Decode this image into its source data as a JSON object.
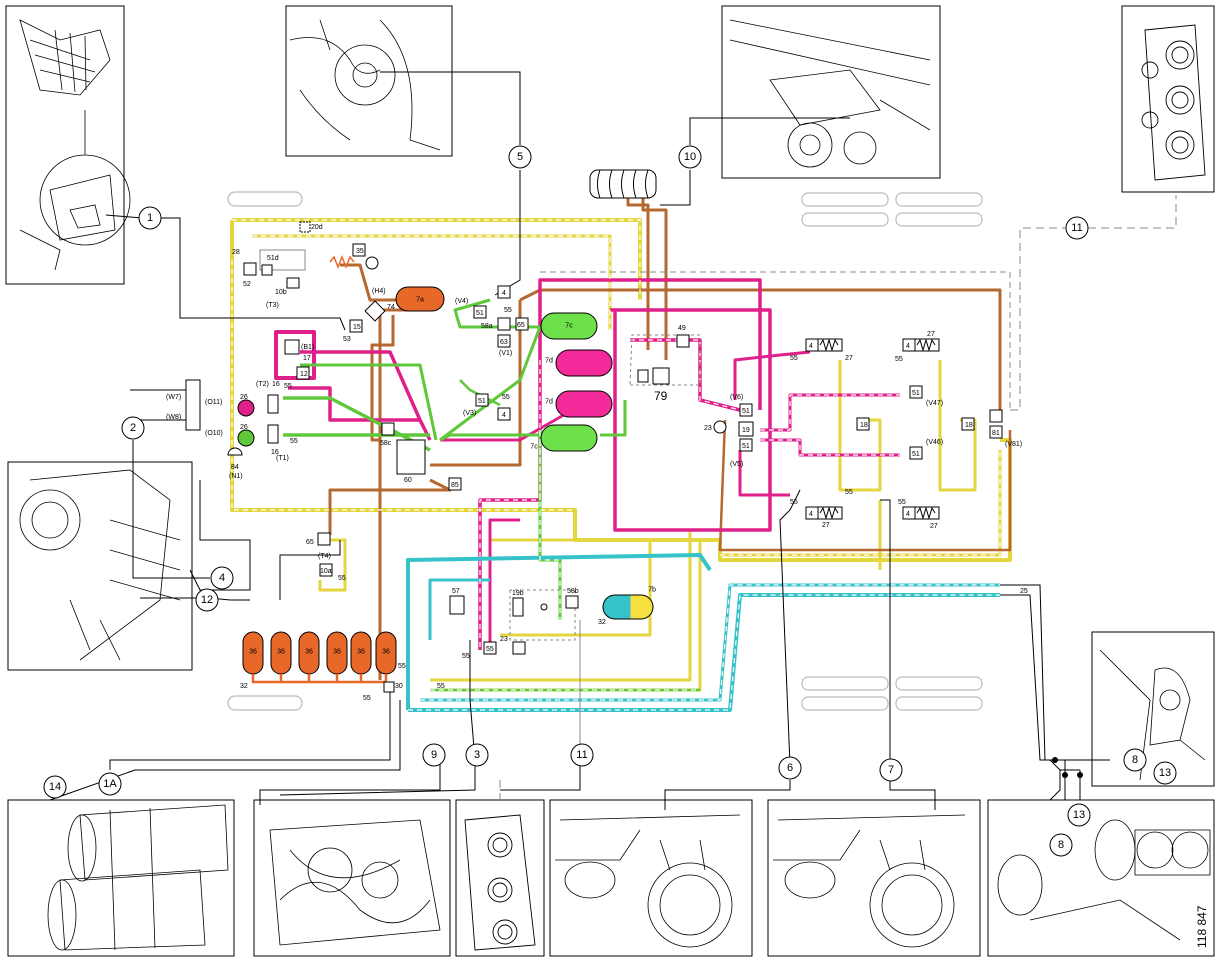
{
  "colors": {
    "supply_brown": "#b5682f",
    "circuit_magenta": "#e0208a",
    "circuit_green": "#5ec83a",
    "circuit_yellow": "#e3d63e",
    "circuit_cyan": "#36c2c9",
    "tank_orange": "#e8682a",
    "tank_green": "#6ee04a",
    "tank_magenta": "#f22a9a",
    "line_black": "#000000",
    "line_grey": "#888888"
  },
  "callouts": [
    "1",
    "2",
    "4",
    "12",
    "5",
    "10",
    "11",
    "11",
    "9",
    "3",
    "14",
    "1A",
    "6",
    "7",
    "8",
    "13",
    "8",
    "13"
  ],
  "tanks": {
    "top": "7a",
    "green_1": "7c",
    "magenta_1": "7d",
    "magenta_2": "7d",
    "green_2": "7c",
    "trailer": "7b",
    "auxiliary": [
      "36",
      "36",
      "36",
      "36",
      "36",
      "36"
    ]
  },
  "components": {
    "c20d": "20d",
    "c28": "28",
    "c51d": "51d",
    "c52": "52",
    "c10b": "10b",
    "t3": "(T3)",
    "c35": "35",
    "c74": "74",
    "h4": "(H4)",
    "c15": "15",
    "c53": "53",
    "b1": "(B1)",
    "c17": "17",
    "c12": "12",
    "t2": "(T2)",
    "c16a": "16",
    "c55a": "55",
    "w7": "(W7)",
    "w8": "(W8)",
    "o11": "(O11)",
    "o10": "(O10)",
    "c26a": "26",
    "c26b": "26",
    "c16b": "16",
    "c55b": "55",
    "t1": "(T1)",
    "c84": "84",
    "n1": "(N1)",
    "c58c": "58c",
    "c60": "60",
    "c85": "85",
    "c65": "65",
    "v4": "(V4)",
    "c51a": "51",
    "c4a": "4",
    "c55c": "55",
    "c58a": "58a",
    "c65b": "65",
    "c63": "63",
    "v1": "(V1)",
    "v3": "(V3)",
    "c51b": "51",
    "c4b": "4",
    "c55d": "55",
    "c49": "49",
    "c79": "79",
    "c23a": "23",
    "v6": "(V6)",
    "v5": "(V5)",
    "c51c": "51",
    "c19": "19",
    "c51e": "51",
    "c4c": "4",
    "c27a": "27",
    "c55e": "55",
    "c4d": "4",
    "c27b": "27",
    "c55f": "55",
    "v47": "(V47)",
    "c51f": "51",
    "v46": "(V46)",
    "c51g": "51",
    "c4e": "4",
    "c27c": "27",
    "c55g": "55",
    "c4f": "4",
    "c27d": "27",
    "c55h": "55",
    "c18a": "18",
    "c18b": "18",
    "c55i": "55",
    "c81": "81",
    "v81": "(V81)",
    "t4": "(T4)",
    "c10a": "10a",
    "c55j": "55",
    "c57": "57",
    "c19b": "19b",
    "c58b": "58b",
    "c23b": "23",
    "c55k": "55",
    "c55l": "55",
    "c55m": "55",
    "c32a": "32",
    "c25": "25",
    "c55n": "55",
    "c30": "30",
    "c55o": "55",
    "c32b": "32"
  },
  "reference_number": "118 847"
}
